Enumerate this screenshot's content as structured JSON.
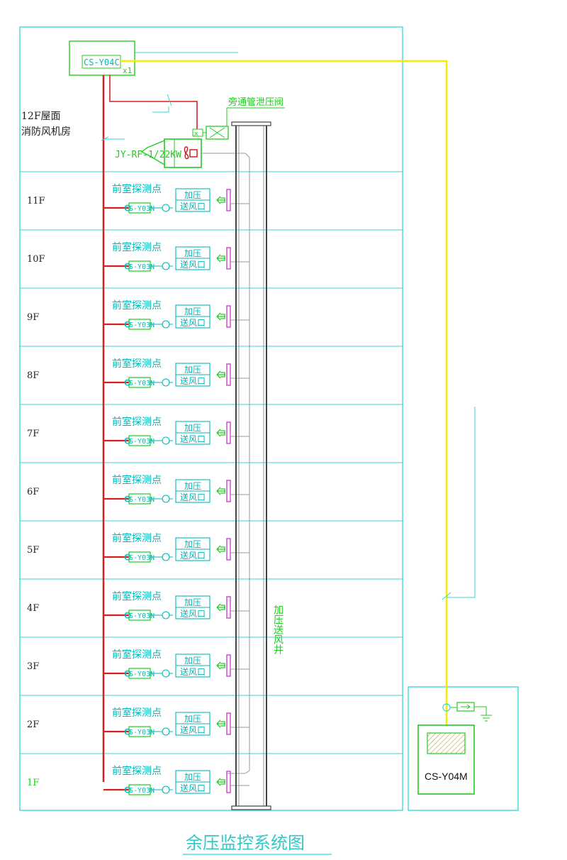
{
  "title": "余压监控系统图",
  "controller_top": {
    "label": "CS-Y04C",
    "qty": "x1"
  },
  "roof_room": [
    "12F屋面",
    "消防风机房"
  ],
  "bypass_valve": "旁通管泄压阀",
  "fan_label": "JY-RF-1/22KW",
  "shaft_label": "加压送风井",
  "monitor": {
    "label": "CS-Y04M"
  },
  "floors": [
    {
      "name": "11F",
      "probe": "前室探测点",
      "sensor": "CS-Y03N",
      "outlet": [
        "加压",
        "送风口"
      ]
    },
    {
      "name": "10F",
      "probe": "前室探测点",
      "sensor": "CS-Y03N",
      "outlet": [
        "加压",
        "送风口"
      ]
    },
    {
      "name": "9F",
      "probe": "前室探测点",
      "sensor": "CS-Y03N",
      "outlet": [
        "加压",
        "送风口"
      ]
    },
    {
      "name": "8F",
      "probe": "前室探测点",
      "sensor": "CS-Y03N",
      "outlet": [
        "加压",
        "送风口"
      ]
    },
    {
      "name": "7F",
      "probe": "前室探测点",
      "sensor": "CS-Y03N",
      "outlet": [
        "加压",
        "送风口"
      ]
    },
    {
      "name": "6F",
      "probe": "前室探测点",
      "sensor": "CS-Y03N",
      "outlet": [
        "加压",
        "送风口"
      ]
    },
    {
      "name": "5F",
      "probe": "前室探测点",
      "sensor": "CS-Y03N",
      "outlet": [
        "加压",
        "送风口"
      ]
    },
    {
      "name": "4F",
      "probe": "前室探测点",
      "sensor": "CS-Y03N",
      "outlet": [
        "加压",
        "送风口"
      ]
    },
    {
      "name": "3F",
      "probe": "前室探测点",
      "sensor": "CS-Y03N",
      "outlet": [
        "加压",
        "送风口"
      ]
    },
    {
      "name": "2F",
      "probe": "前室探测点",
      "sensor": "CS-Y03N",
      "outlet": [
        "加压",
        "送风口"
      ]
    },
    {
      "name": "1F",
      "probe": "前室探测点",
      "sensor": "CS-Y03N",
      "outlet": [
        "加压",
        "送风口"
      ]
    }
  ],
  "colors": {
    "frame": "#33d6d6",
    "trunk": "#d42020",
    "signal": "#f2f000",
    "equipment": "#22cc22",
    "outlet_bar": "#cc44cc",
    "label": "#00b8b8"
  }
}
